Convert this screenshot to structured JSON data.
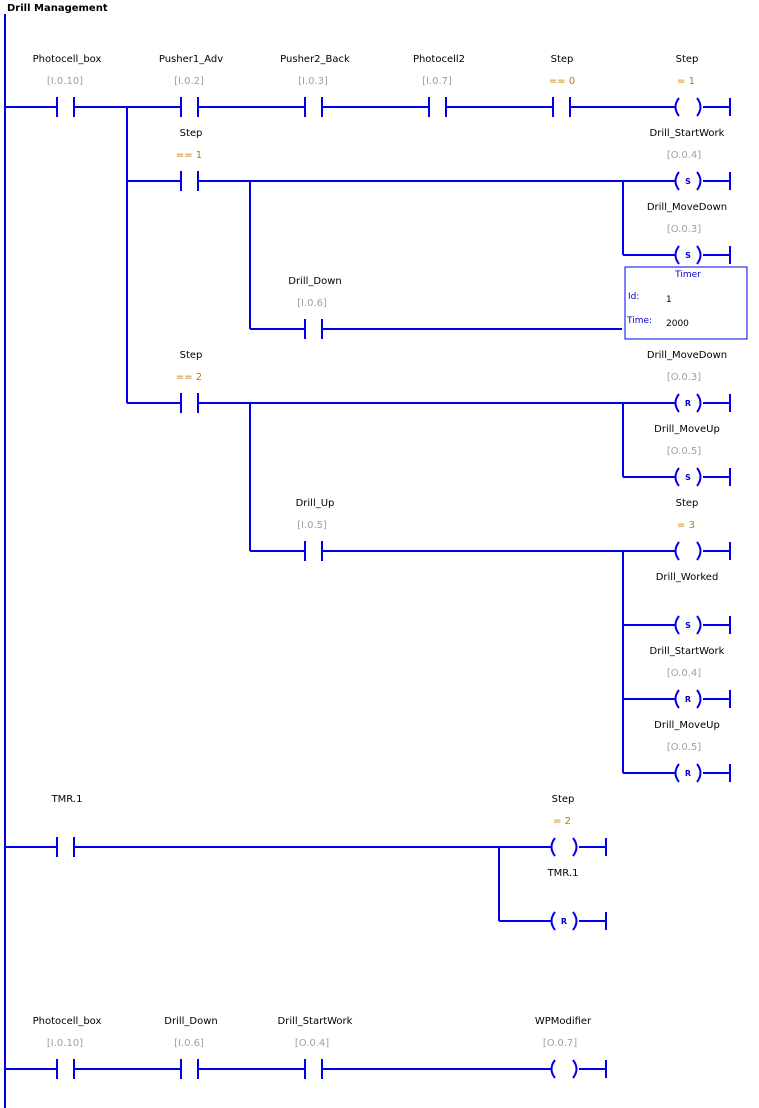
{
  "title": "Drill Management",
  "colors": {
    "wire": "#0000ee",
    "address": "#a0a0a0",
    "compare": "#c07800",
    "text": "#000000"
  },
  "rung1": {
    "contacts": [
      {
        "name": "Photocell_box",
        "addr": "[I.0.10]"
      },
      {
        "name": "Pusher1_Adv",
        "addr": "[I.0.2]"
      },
      {
        "name": "Pusher2_Back",
        "addr": "[I.0.3]"
      },
      {
        "name": "Photocell2",
        "addr": "[I.0.7]"
      },
      {
        "name": "Step",
        "cmp": "== 0"
      }
    ],
    "coil": {
      "name": "Step",
      "cmp": "= 1"
    },
    "branch_step1": {
      "contact": {
        "name": "Step",
        "cmp": "== 1"
      },
      "coils": [
        {
          "name": "Drill_StartWork",
          "addr": "[O.0.4]",
          "type": "S"
        },
        {
          "name": "Drill_MoveDown",
          "addr": "[O.0.3]",
          "type": "S"
        }
      ],
      "sub_contact": {
        "name": "Drill_Down",
        "addr": "[I.0.6]"
      },
      "timer": {
        "title": "Timer",
        "id_label": "Id:",
        "id": "1",
        "time_label": "Time:",
        "time": "2000"
      }
    },
    "branch_step2": {
      "contact": {
        "name": "Step",
        "cmp": "== 2"
      },
      "coils": [
        {
          "name": "Drill_MoveDown",
          "addr": "[O.0.3]",
          "type": "R"
        },
        {
          "name": "Drill_MoveUp",
          "addr": "[O.0.5]",
          "type": "S"
        }
      ],
      "sub_contact": {
        "name": "Drill_Up",
        "addr": "[I.0.5]"
      },
      "sub_coils": [
        {
          "name": "Step",
          "cmp": "= 3",
          "type": ""
        },
        {
          "name": "Drill_Worked",
          "type": "S"
        },
        {
          "name": "Drill_StartWork",
          "addr": "[O.0.4]",
          "type": "R"
        },
        {
          "name": "Drill_MoveUp",
          "addr": "[O.0.5]",
          "type": "R"
        }
      ]
    }
  },
  "rung2": {
    "contact": {
      "name": "TMR.1"
    },
    "coils": [
      {
        "name": "Step",
        "cmp": "= 2",
        "type": ""
      },
      {
        "name": "TMR.1",
        "type": "R"
      }
    ]
  },
  "rung3": {
    "contacts": [
      {
        "name": "Photocell_box",
        "addr": "[I.0.10]"
      },
      {
        "name": "Drill_Down",
        "addr": "[I.0.6]"
      },
      {
        "name": "Drill_StartWork",
        "addr": "[O.0.4]"
      }
    ],
    "coil": {
      "name": "WPModifier",
      "addr": "[O.0.7]"
    }
  }
}
